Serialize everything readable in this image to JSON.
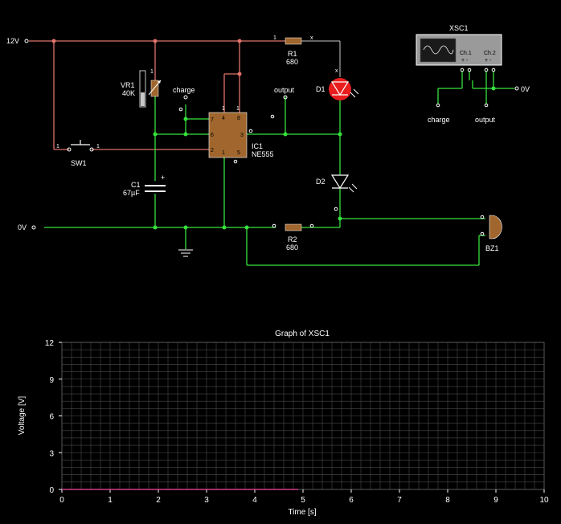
{
  "circuit": {
    "rail_12v": "12V",
    "rail_0v": "0V",
    "r1": {
      "name": "R1",
      "value": "680"
    },
    "r2": {
      "name": "R2",
      "value": "680"
    },
    "vr1": {
      "name": "VR1",
      "value": "40K"
    },
    "c1": {
      "name": "C1",
      "value": "67µF"
    },
    "ic1": {
      "name": "IC1",
      "part": "NE555",
      "pins": {
        "p7": "7",
        "p4": "4",
        "p8": "8",
        "p6": "6",
        "p3": "3",
        "p2": "2",
        "p1": "1",
        "p5": "5"
      }
    },
    "d1": "D1",
    "d2": "D2",
    "sw1": "SW1",
    "bz1": "BZ1",
    "charge_probe": "charge",
    "output_probe": "output",
    "pin_one": "1",
    "pin_x": "x",
    "plus": "+"
  },
  "scope": {
    "title": "XSC1",
    "ch1": "Ch.1",
    "ch2": "Ch.2",
    "ch_pol": "+ -",
    "charge_label": "charge",
    "output_label": "output",
    "gnd_label": "0V"
  },
  "graph": {
    "title": "Graph of XSC1",
    "ylabel": "Voltage [V]",
    "xlabel": "Time [s]"
  },
  "colors": {
    "wire_12v": "#e0746b",
    "wire_signal": "#36e23c",
    "wire_neutral": "#c8c8c8",
    "component_body": "#a0662d",
    "led_on": "#e81e1e",
    "grid": "#4a4a4a",
    "trace": "#d23c8c"
  },
  "chart_data": {
    "type": "line",
    "title": "Graph of XSC1",
    "xlabel": "Time [s]",
    "ylabel": "Voltage [V]",
    "xlim": [
      0,
      10
    ],
    "ylim": [
      0,
      12
    ],
    "x_ticks": [
      "0",
      "1",
      "2",
      "3",
      "4",
      "5",
      "6",
      "7",
      "8",
      "9",
      "10"
    ],
    "y_ticks": [
      "0",
      "3",
      "6",
      "9",
      "12"
    ],
    "grid": true,
    "series": [
      {
        "x": [
          0,
          4.9
        ],
        "y": [
          0,
          0
        ]
      }
    ]
  }
}
